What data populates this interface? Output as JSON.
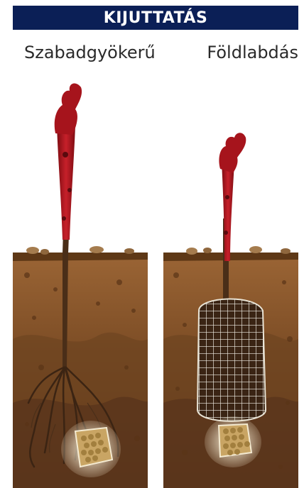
{
  "header": {
    "title": "KIJUTTATÁS"
  },
  "labels": {
    "left": "Szabadgyökerű",
    "right": "Földlabdás"
  },
  "colors": {
    "header_bg": "#0b1f56",
    "soil_top": "#8a5a2e",
    "soil_bottom": "#5b3518",
    "stem_red": "#b1121c",
    "root_dark": "#3b2413",
    "fertilizer": "#c8a560"
  },
  "icons": {
    "left_panel": "bare-root-vine-illustration",
    "right_panel": "root-ball-vine-illustration",
    "fertilizer": "fertilizer-bag-icon"
  }
}
